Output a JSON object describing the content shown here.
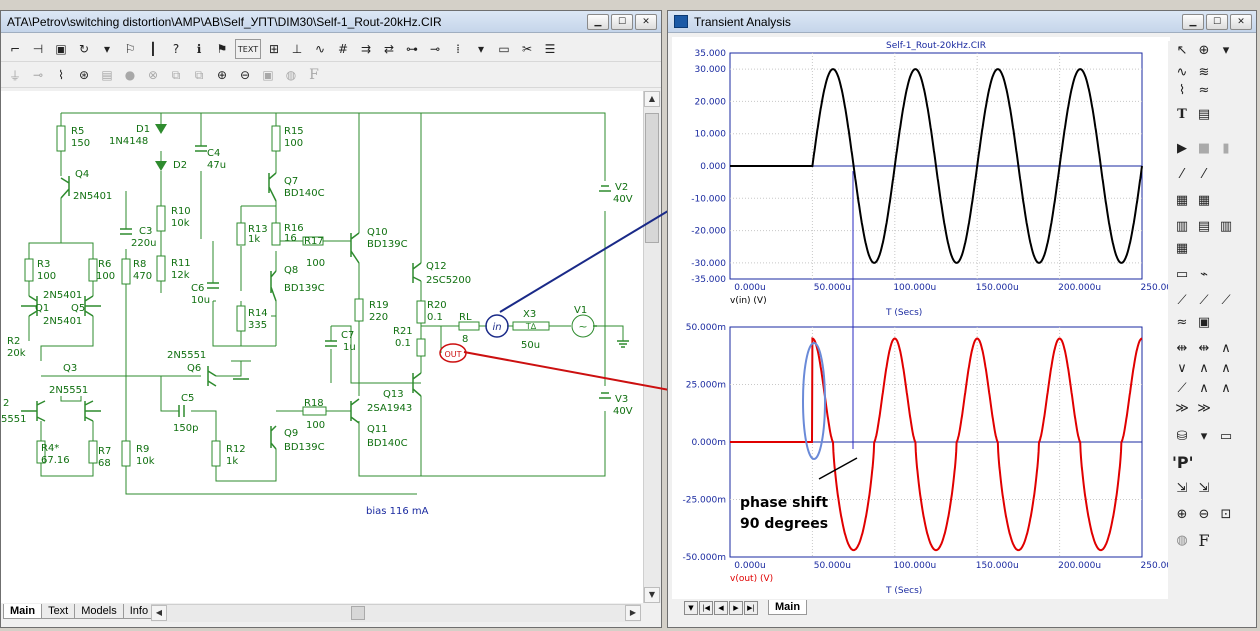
{
  "schematic_window": {
    "title": "ATA\\Petrov\\switching distortion\\AMP\\AB\\Self_УПТ\\DIM30\\Self-1_Rout-20kHz.CIR",
    "toolbar_text_label": "TEXT",
    "tabs": [
      {
        "label": "Main",
        "active": true
      },
      {
        "label": "Text",
        "active": false
      },
      {
        "label": "Models",
        "active": false
      },
      {
        "label": "Info",
        "active": false
      }
    ],
    "components": {
      "r5": "R5",
      "r5v": "150",
      "d1": "D1",
      "d1m": "1N4148",
      "d2": "D2",
      "c4": "C4",
      "c4v": "47u",
      "r15": "R15",
      "r15v": "100",
      "q4": "Q4",
      "q4m": "2N5401",
      "q7": "Q7",
      "q7m": "BD140C",
      "v2": "V2",
      "v2v": "40V",
      "r10": "R10",
      "r10v": "10k",
      "c3": "C3",
      "c3v": "220u",
      "r13": "R13",
      "r13v": "1k",
      "r16": "R16",
      "r16v": "16",
      "r17": "R17",
      "r17v": "100",
      "q10": "Q10",
      "q10m": "BD139C",
      "r3": "R3",
      "r3v": "100",
      "r6": "R6",
      "r6v": "100",
      "r8": "R8",
      "r8v": "470",
      "r11": "R11",
      "r11v": "12k",
      "q8": "Q8",
      "q8m": "BD139C",
      "q12": "Q12",
      "q12m": "2SC5200",
      "q1m": "2N5401",
      "q1": "Q1",
      "q5": "Q5",
      "q5m": "2N5401",
      "c6": "C6",
      "c6v": "10u",
      "r14": "R14",
      "r14v": "335",
      "r19": "R19",
      "r19v": "220",
      "r20": "R20",
      "r20v": "0.1",
      "rl": "RL",
      "rlv": "8",
      "x3": "X3",
      "x3v": "50u",
      "v1": "V1",
      "r2": "R2",
      "r2v": "20k",
      "c7": "C7",
      "c7v": "1u",
      "r21": "R21",
      "r21v": "0.1",
      "q3": "Q3",
      "q6m": "2N5551",
      "q6": "Q6",
      "q2m": "2N5551",
      "q2": "2",
      "q2b": "5551",
      "q13": "Q13",
      "q13m": "2SA1943",
      "v3": "V3",
      "v3v": "40V",
      "c5": "C5",
      "c5v": "150p",
      "r18": "R18",
      "r18v": "100",
      "q11": "Q11",
      "q11m": "BD140C",
      "r4": "R4*",
      "r4v": "67.16",
      "r7": "R7",
      "r7v": "68",
      "r9": "R9",
      "r9v": "10k",
      "r12": "R12",
      "r12v": "1k",
      "q9": "Q9",
      "q9m": "BD139C",
      "in_node": "in",
      "out_node": "OUT",
      "bias": "bias 116 mA"
    }
  },
  "transient_window": {
    "title": "Transient Analysis",
    "tab": "Main",
    "annotation_line1": "phase shift",
    "annotation_line2": "90 degrees"
  },
  "chart_data": [
    {
      "type": "line",
      "title": "Self-1_Rout-20kHz.CIR",
      "xlabel": "T (Secs)",
      "ylabel": "v(in) (V)",
      "x_ticks": [
        "0.000u",
        "50.000u",
        "100.000u",
        "150.000u",
        "200.000u",
        "250.000u"
      ],
      "y_ticks": [
        "35.000",
        "30.000",
        "20.000",
        "10.000",
        "0.000",
        "-10.000",
        "-20.000",
        "-30.000",
        "-35.000"
      ],
      "xlim": [
        0,
        250
      ],
      "ylim": [
        -35,
        35
      ],
      "grid": true,
      "series": [
        {
          "color": "#000000",
          "signal_start_x": 50,
          "amplitude": 30,
          "frequency_khz": 20
        }
      ]
    },
    {
      "type": "line",
      "xlabel": "T (Secs)",
      "ylabel": "v(out) (V)",
      "x_ticks": [
        "0.000u",
        "50.000u",
        "100.000u",
        "150.000u",
        "200.000u",
        "250.000u"
      ],
      "y_ticks": [
        "50.000m",
        "25.000m",
        "0.000m",
        "-25.000m",
        "-50.000m"
      ],
      "xlim": [
        0,
        250
      ],
      "ylim": [
        -50,
        50
      ],
      "grid": true,
      "series": [
        {
          "color": "#e00000",
          "signal_start_x": 50,
          "peak": 45,
          "trough": -47,
          "frequency_khz": 20
        }
      ]
    }
  ],
  "colors": {
    "schematic_wire": "#2e8b2e",
    "schematic_text": "#107010",
    "axis_blue": "#1a2aa0",
    "vin": "#000000",
    "vout": "#e00000",
    "marker_blue": "#1a2a88",
    "marker_red": "#cc1010"
  }
}
